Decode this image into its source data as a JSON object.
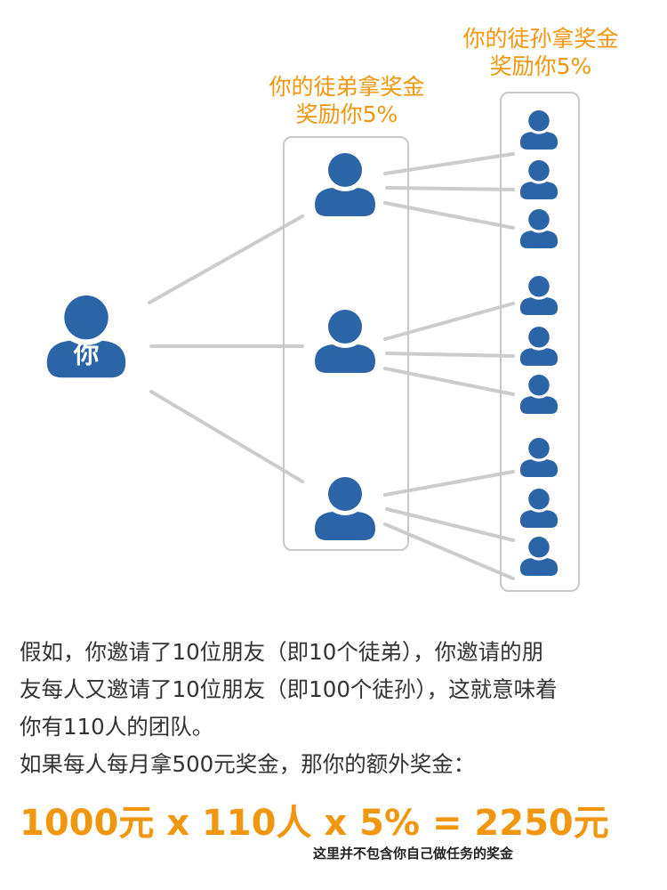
{
  "diagram": {
    "you_label": "你",
    "level1_label": [
      "你的徒弟拿奖金",
      "奖励你5%"
    ],
    "level2_label": [
      "你的徒孙拿奖金",
      "奖励你5%"
    ],
    "colors": {
      "person": "#2b65a8",
      "line": "#cccccc",
      "box": "#c9c9c9",
      "accent": "#f0960f"
    }
  },
  "text": {
    "paragraph_lines": [
      "假如，你邀请了10位朋友（即10个徒弟），你邀请的朋",
      "友每人又邀请了10位朋友（即100个徒孙），这就意味着",
      "你有110人的团队。",
      "如果每人每月拿500元奖金，那你的额外奖金："
    ],
    "formula": "1000元 x 110人 x 5% = 2250元",
    "footnote": "这里并不包含你自己做任务的奖金"
  }
}
